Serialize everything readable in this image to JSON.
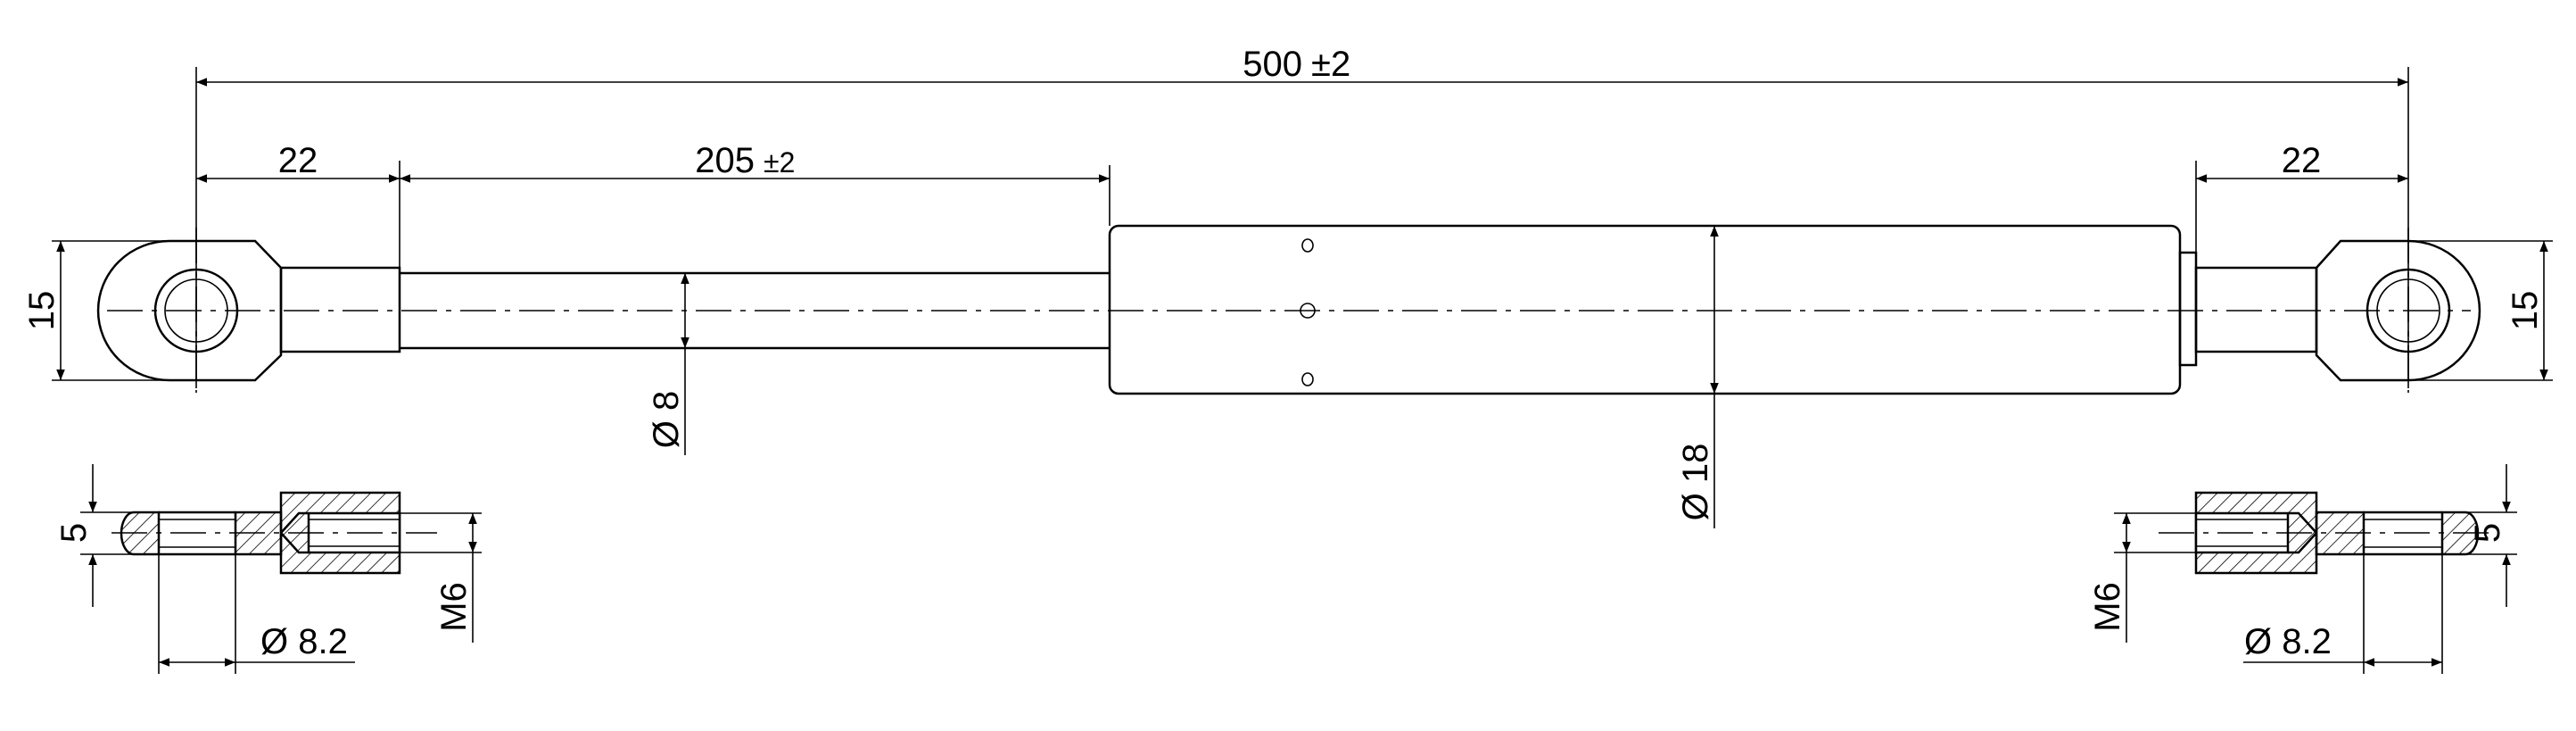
{
  "dimensions": {
    "overall_length": {
      "value": "500",
      "tolerance": "±2"
    },
    "left_eye_length": {
      "value": "22"
    },
    "right_eye_length": {
      "value": "22"
    },
    "stroke_length": {
      "value": "205",
      "tolerance": "±2"
    },
    "left_eye_height": {
      "value": "15"
    },
    "right_eye_height": {
      "value": "15"
    },
    "rod_diameter": {
      "value": "Ø 8"
    },
    "tube_diameter": {
      "value": "Ø 18"
    },
    "left_eye_thickness": {
      "value": "5"
    },
    "right_eye_thickness": {
      "value": "5"
    },
    "left_bore_diameter": {
      "value": "Ø 8.2"
    },
    "right_bore_diameter": {
      "value": "Ø 8.2"
    },
    "left_thread": {
      "value": "M6"
    },
    "right_thread": {
      "value": "M6"
    }
  }
}
